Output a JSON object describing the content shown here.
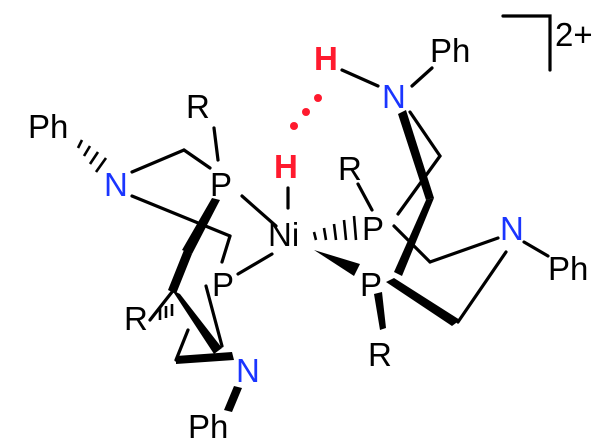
{
  "molecule": {
    "charge": "2+",
    "metal": "Ni",
    "labels": {
      "ph_top": "Ph",
      "ph_left": "Ph",
      "ph_right": "Ph",
      "ph_bottom": "Ph",
      "n_top": "N",
      "n_left": "N",
      "n_right": "N",
      "n_bottom": "N",
      "p_upper_left": "P",
      "p_lower_left": "P",
      "p_upper_right": "P",
      "p_lower_right": "P",
      "r_top_left": "R",
      "r_top_right": "R",
      "r_left": "R",
      "r_bottom": "R",
      "h_on_ni": "H",
      "h_on_n": "H"
    },
    "colors": {
      "nitrogen": "#1a35ff",
      "hydrogen": "#ff1a2e",
      "bond": "#000000"
    }
  }
}
